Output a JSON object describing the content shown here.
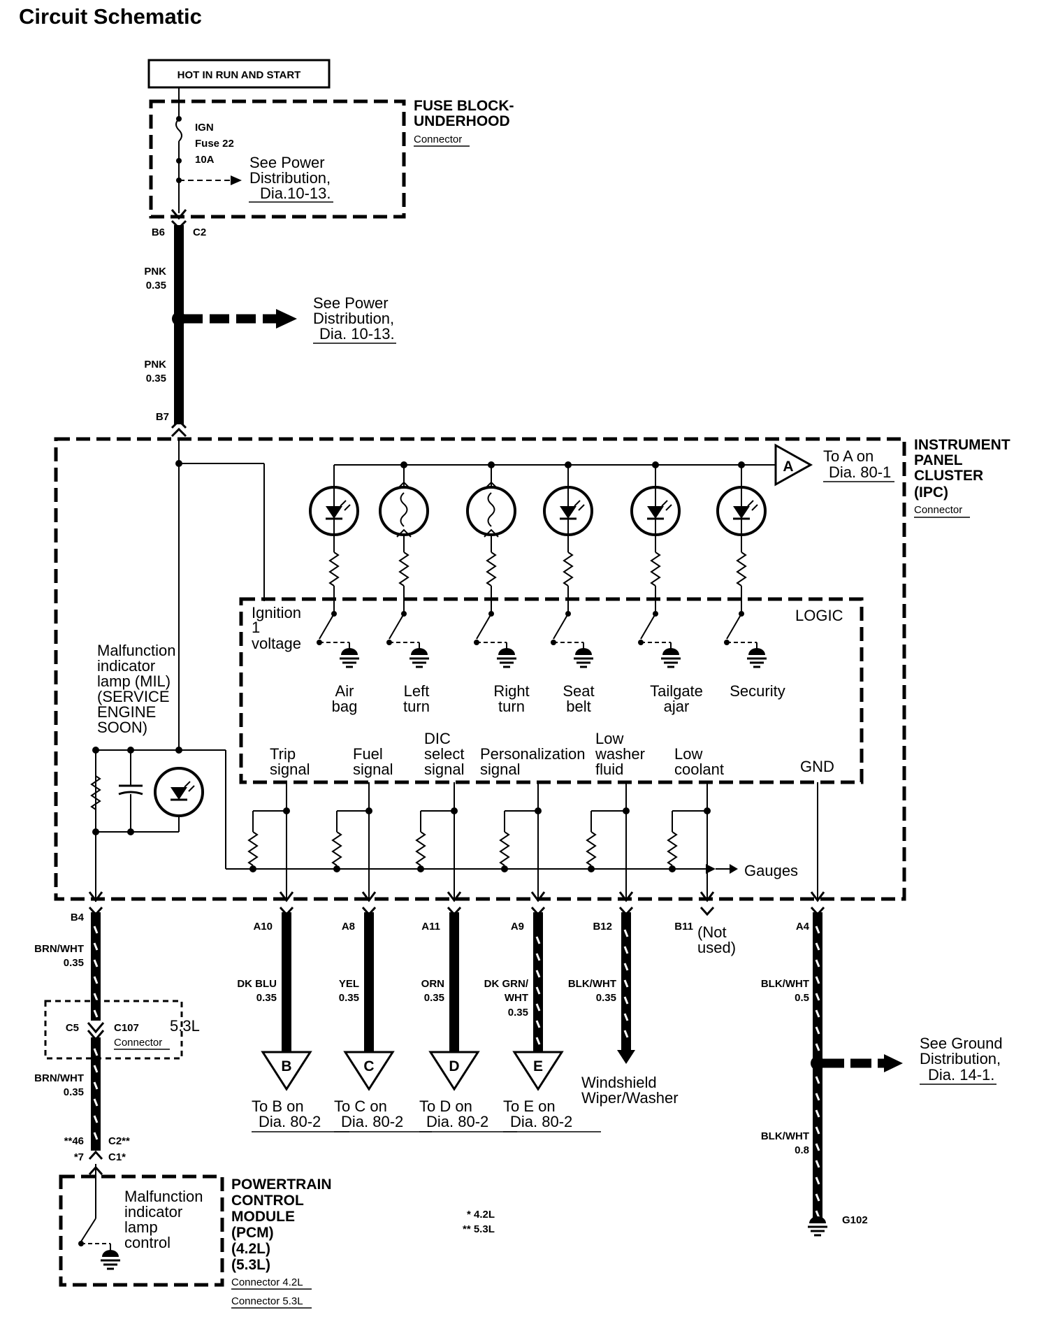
{
  "title": "Circuit Schematic",
  "hot_box": "HOT IN RUN AND START",
  "fuse_block": {
    "name_1": "FUSE BLOCK-",
    "name_2": "UNDERHOOD",
    "connector": "Connector",
    "fuse_1": "IGN",
    "fuse_2": "Fuse 22",
    "fuse_3": "10A",
    "ref_1": "See Power",
    "ref_2": "Distribution,",
    "ref_3": "Dia.10-13."
  },
  "top_wire": {
    "pin_left": "B6",
    "pin_right": "C2",
    "color_1": "PNK",
    "gauge_1": "0.35",
    "color_2": "PNK",
    "gauge_2": "0.35",
    "pin_ipc": "B7",
    "ref_1": "See Power",
    "ref_2": "Distribution,",
    "ref_3": "Dia. 10-13."
  },
  "ipc": {
    "name_1": "INSTRUMENT",
    "name_2": "PANEL",
    "name_3": "CLUSTER",
    "name_4": "(IPC)",
    "connector": "Connector",
    "to_a_1": "To A on",
    "to_a_2": "Dia. 80-1",
    "offpage_a": "A",
    "logic": "LOGIC",
    "ign_1": "Ignition",
    "ign_2": "1",
    "ign_3": "voltage",
    "mil_1": "Malfunction",
    "mil_2": "indicator",
    "mil_3": "lamp (MIL)",
    "mil_4": "(SERVICE",
    "mil_5": "ENGINE",
    "mil_6": "SOON)",
    "gauges": "Gauges",
    "gnd": "GND",
    "lamps": [
      {
        "l1": "Air",
        "l2": "bag"
      },
      {
        "l1": "Left",
        "l2": "turn"
      },
      {
        "l1": "Right",
        "l2": "turn"
      },
      {
        "l1": "Seat",
        "l2": "belt"
      },
      {
        "l1": "Tailgate",
        "l2": "ajar"
      },
      {
        "l1": "Security",
        "l2": ""
      }
    ],
    "signals": [
      {
        "l1": "",
        "l2": "Trip",
        "l3": "signal"
      },
      {
        "l1": "",
        "l2": "Fuel",
        "l3": "signal"
      },
      {
        "l1": "DIC",
        "l2": "select",
        "l3": "signal"
      },
      {
        "l1": "",
        "l2": "Personalization",
        "l3": "signal"
      },
      {
        "l1": "Low",
        "l2": "washer",
        "l3": "fluid"
      },
      {
        "l1": "",
        "l2": "Low",
        "l3": "coolant"
      }
    ]
  },
  "outputs": [
    {
      "pin": "A10",
      "color_1": "DK BLU",
      "color_2": "",
      "gauge": "0.35",
      "tag": "B",
      "to_1": "To B on",
      "to_2": "Dia. 80-2"
    },
    {
      "pin": "A8",
      "color_1": "YEL",
      "color_2": "",
      "gauge": "0.35",
      "tag": "C",
      "to_1": "To C on",
      "to_2": "Dia. 80-2"
    },
    {
      "pin": "A11",
      "color_1": "ORN",
      "color_2": "",
      "gauge": "0.35",
      "tag": "D",
      "to_1": "To D on",
      "to_2": "Dia. 80-2"
    },
    {
      "pin": "A9",
      "color_1": "DK GRN/",
      "color_2": "WHT",
      "gauge": "0.35",
      "tag": "E",
      "to_1": "To E on",
      "to_2": "Dia. 80-2"
    }
  ],
  "washer": {
    "pin": "B12",
    "color": "BLK/WHT",
    "gauge": "0.35",
    "to_1": "Windshield",
    "to_2": "Wiper/Washer"
  },
  "b11": {
    "pin": "B11",
    "note_1": "(Not",
    "note_2": "used)"
  },
  "ground": {
    "pin": "A4",
    "color_1": "BLK/WHT",
    "gauge_1": "0.5",
    "color_2": "BLK/WHT",
    "gauge_2": "0.8",
    "ref_1": "See Ground",
    "ref_2": "Distribution,",
    "ref_3": "Dia. 14-1.",
    "g": "G102"
  },
  "mil_wire": {
    "pin": "B4",
    "color_1": "BRN/WHT",
    "gauge_1": "0.35",
    "c5": "C5",
    "c107": "C107",
    "eng": "5.3L",
    "connector": "Connector",
    "color_2": "BRN/WHT",
    "gauge_2": "0.35",
    "pin_a": "**46",
    "pin_b": "*7",
    "c_a": "C2**",
    "c_b": "C1*"
  },
  "pcm": {
    "name_1": "POWERTRAIN",
    "name_2": "CONTROL",
    "name_3": "MODULE",
    "name_4": "(PCM)",
    "name_5": "(4.2L)",
    "name_6": "(5.3L)",
    "conn_1": "Connector 4.2L",
    "conn_2": "Connector 5.3L",
    "lbl_1": "Malfunction",
    "lbl_2": "indicator",
    "lbl_3": "lamp",
    "lbl_4": "control"
  },
  "footnote_1": "* 4.2L",
  "footnote_2": "** 5.3L"
}
